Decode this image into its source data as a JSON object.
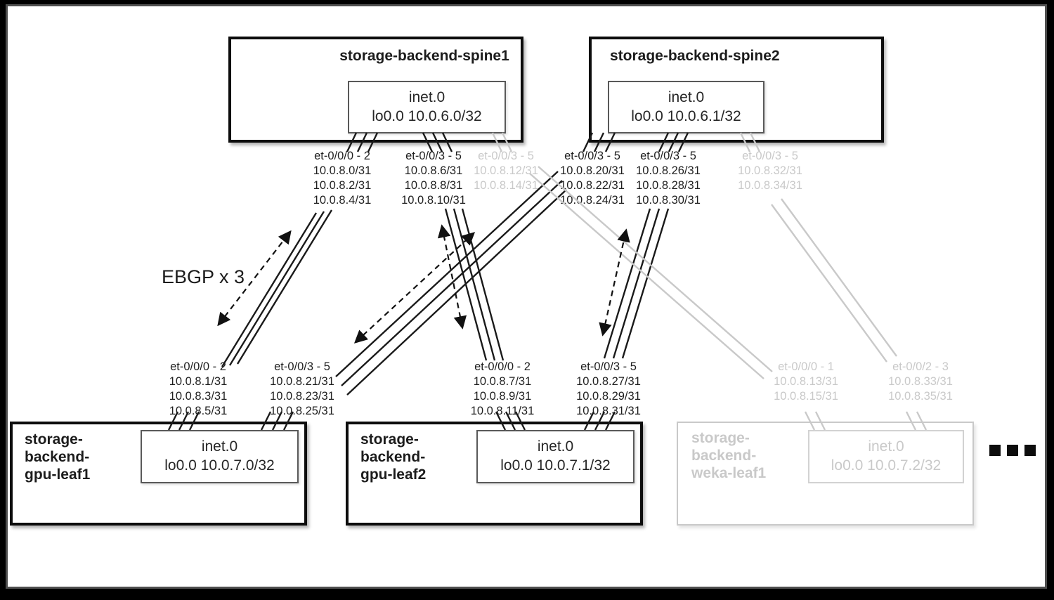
{
  "colors": {
    "page_bg": "#000000",
    "frame_border": "#4e4e4e",
    "canvas": "#ffffff",
    "active": "#1c1c1c",
    "inactive": "#c9c9c9"
  },
  "nodes": {
    "spine1": {
      "title": "storage-backend-spine1",
      "table": "inet.0",
      "loopback": "lo0.0 10.0.6.0/32"
    },
    "spine2": {
      "title": "storage-backend-spine2",
      "table": "inet.0",
      "loopback": "lo0.0 10.0.6.1/32"
    },
    "leaf1": {
      "title_lines": [
        "storage-",
        "backend-",
        "gpu-leaf1"
      ],
      "table": "inet.0",
      "loopback": "lo0.0 10.0.7.0/32"
    },
    "leaf2": {
      "title_lines": [
        "storage-",
        "backend-",
        "gpu-leaf2"
      ],
      "table": "inet.0",
      "loopback": "lo0.0 10.0.7.1/32"
    },
    "weka1": {
      "title_lines": [
        "storage-",
        "backend-",
        "weka-leaf1"
      ],
      "table": "inet.0",
      "loopback": "lo0.0 10.0.7.2/32"
    }
  },
  "ifaces": {
    "sp1_left": {
      "name": "et-0/0/0 - 2",
      "ips": [
        "10.0.8.0/31",
        "10.0.8.2/31",
        "10.0.8.4/31"
      ]
    },
    "sp1_mid": {
      "name": "et-0/0/3 - 5",
      "ips": [
        "10.0.8.6/31",
        "10.0.8.8/31",
        "10.0.8.10/31"
      ]
    },
    "sp1_right": {
      "name": "et-0/0/3 - 5",
      "ips": [
        "10.0.8.12/31",
        "10.0.8.14/31"
      ]
    },
    "sp2_left": {
      "name": "et-0/0/3 - 5",
      "ips": [
        "10.0.8.20/31",
        "10.0.8.22/31",
        "10.0.8.24/31"
      ]
    },
    "sp2_mid": {
      "name": "et-0/0/3 - 5",
      "ips": [
        "10.0.8.26/31",
        "10.0.8.28/31",
        "10.0.8.30/31"
      ]
    },
    "sp2_right": {
      "name": "et-0/0/3 - 5",
      "ips": [
        "10.0.8.32/31",
        "10.0.8.34/31"
      ]
    },
    "l1_left": {
      "name": "et-0/0/0 - 2",
      "ips": [
        "10.0.8.1/31",
        "10.0.8.3/31",
        "10.0.8.5/31"
      ]
    },
    "l1_right": {
      "name": "et-0/0/3 - 5",
      "ips": [
        "10.0.8.21/31",
        "10.0.8.23/31",
        "10.0.8.25/31"
      ]
    },
    "l2_left": {
      "name": "et-0/0/0 - 2",
      "ips": [
        "10.0.8.7/31",
        "10.0.8.9/31",
        "10.0.8.11/31"
      ]
    },
    "l2_right": {
      "name": "et-0/0/3 - 5",
      "ips": [
        "10.0.8.27/31",
        "10.0.8.29/31",
        "10.0.8.31/31"
      ]
    },
    "w_left": {
      "name": "et-0/0/0 - 1",
      "ips": [
        "10.0.8.13/31",
        "10.0.8.15/31"
      ]
    },
    "w_right": {
      "name": "et-0/0/2 - 3",
      "ips": [
        "10.0.8.33/31",
        "10.0.8.35/31"
      ]
    }
  },
  "annotations": {
    "ebgp": "EBGP x 3"
  }
}
